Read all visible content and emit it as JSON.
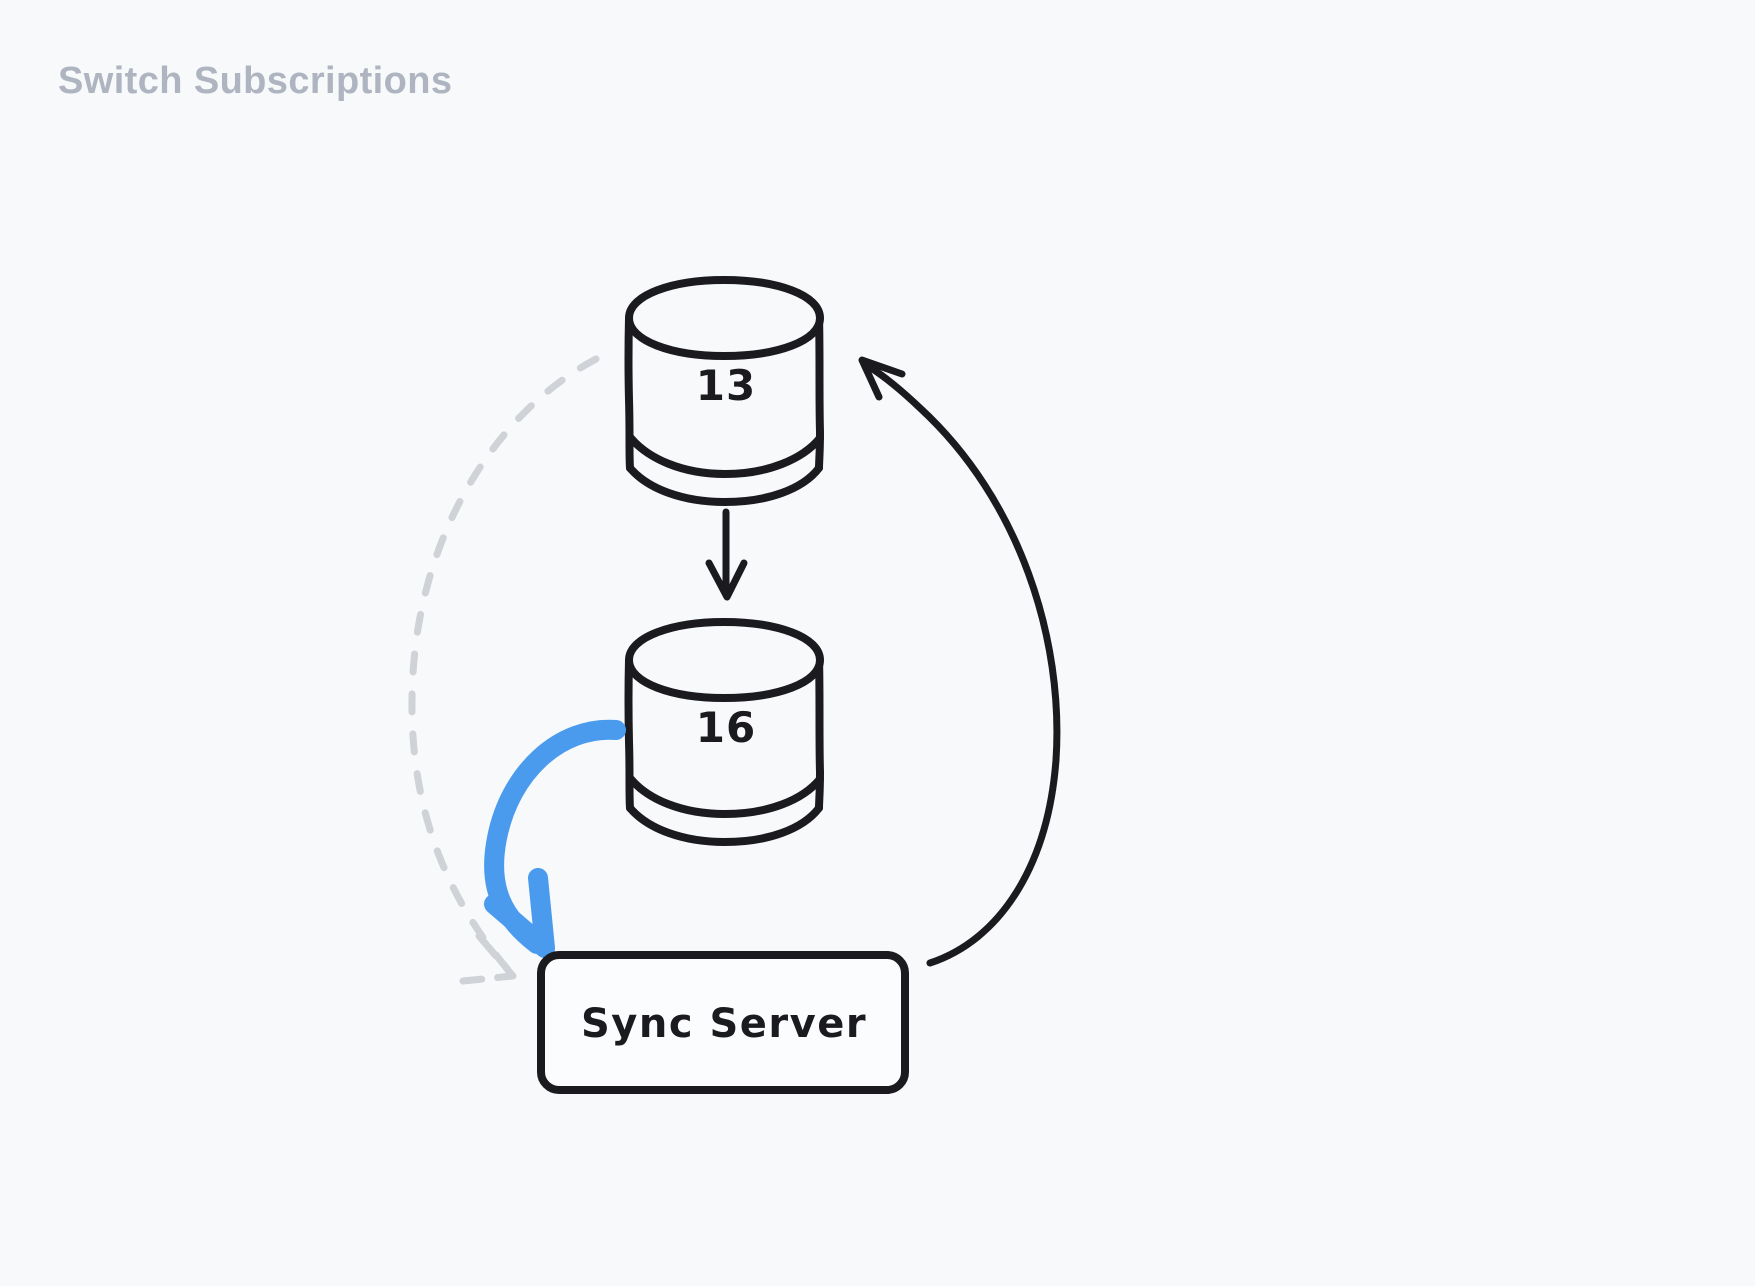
{
  "page": {
    "title": "Switch Subscriptions",
    "background_color": "#f7f9fb",
    "title_color": "#aeb5c0"
  },
  "diagram": {
    "style": "hand-drawn",
    "stroke_color": "#1b1b1f",
    "accent_color": "#4a9bee",
    "muted_color": "#cfd2d6",
    "nodes": [
      {
        "id": "db-top",
        "type": "cylinder",
        "label": "13",
        "name": "database-cylinder-13"
      },
      {
        "id": "db-bottom",
        "type": "cylinder",
        "label": "16",
        "name": "database-cylinder-16"
      },
      {
        "id": "sync-server",
        "type": "rounded-rectangle",
        "label": "Sync Server",
        "name": "sync-server-box"
      }
    ],
    "edges": [
      {
        "id": "edge-13-to-16",
        "from": "db-top",
        "to": "db-bottom",
        "style": "solid",
        "color": "#1b1b1f",
        "label": ""
      },
      {
        "id": "edge-16-to-sync",
        "from": "db-bottom",
        "to": "sync-server",
        "style": "solid",
        "color": "#4a9bee",
        "label": ""
      },
      {
        "id": "edge-sync-to-13",
        "from": "sync-server",
        "to": "db-top",
        "style": "solid",
        "color": "#1b1b1f",
        "label": ""
      },
      {
        "id": "edge-old-subscription",
        "from": "db-top",
        "to": "sync-server",
        "style": "dashed",
        "color": "#cfd2d6",
        "label": ""
      }
    ]
  }
}
